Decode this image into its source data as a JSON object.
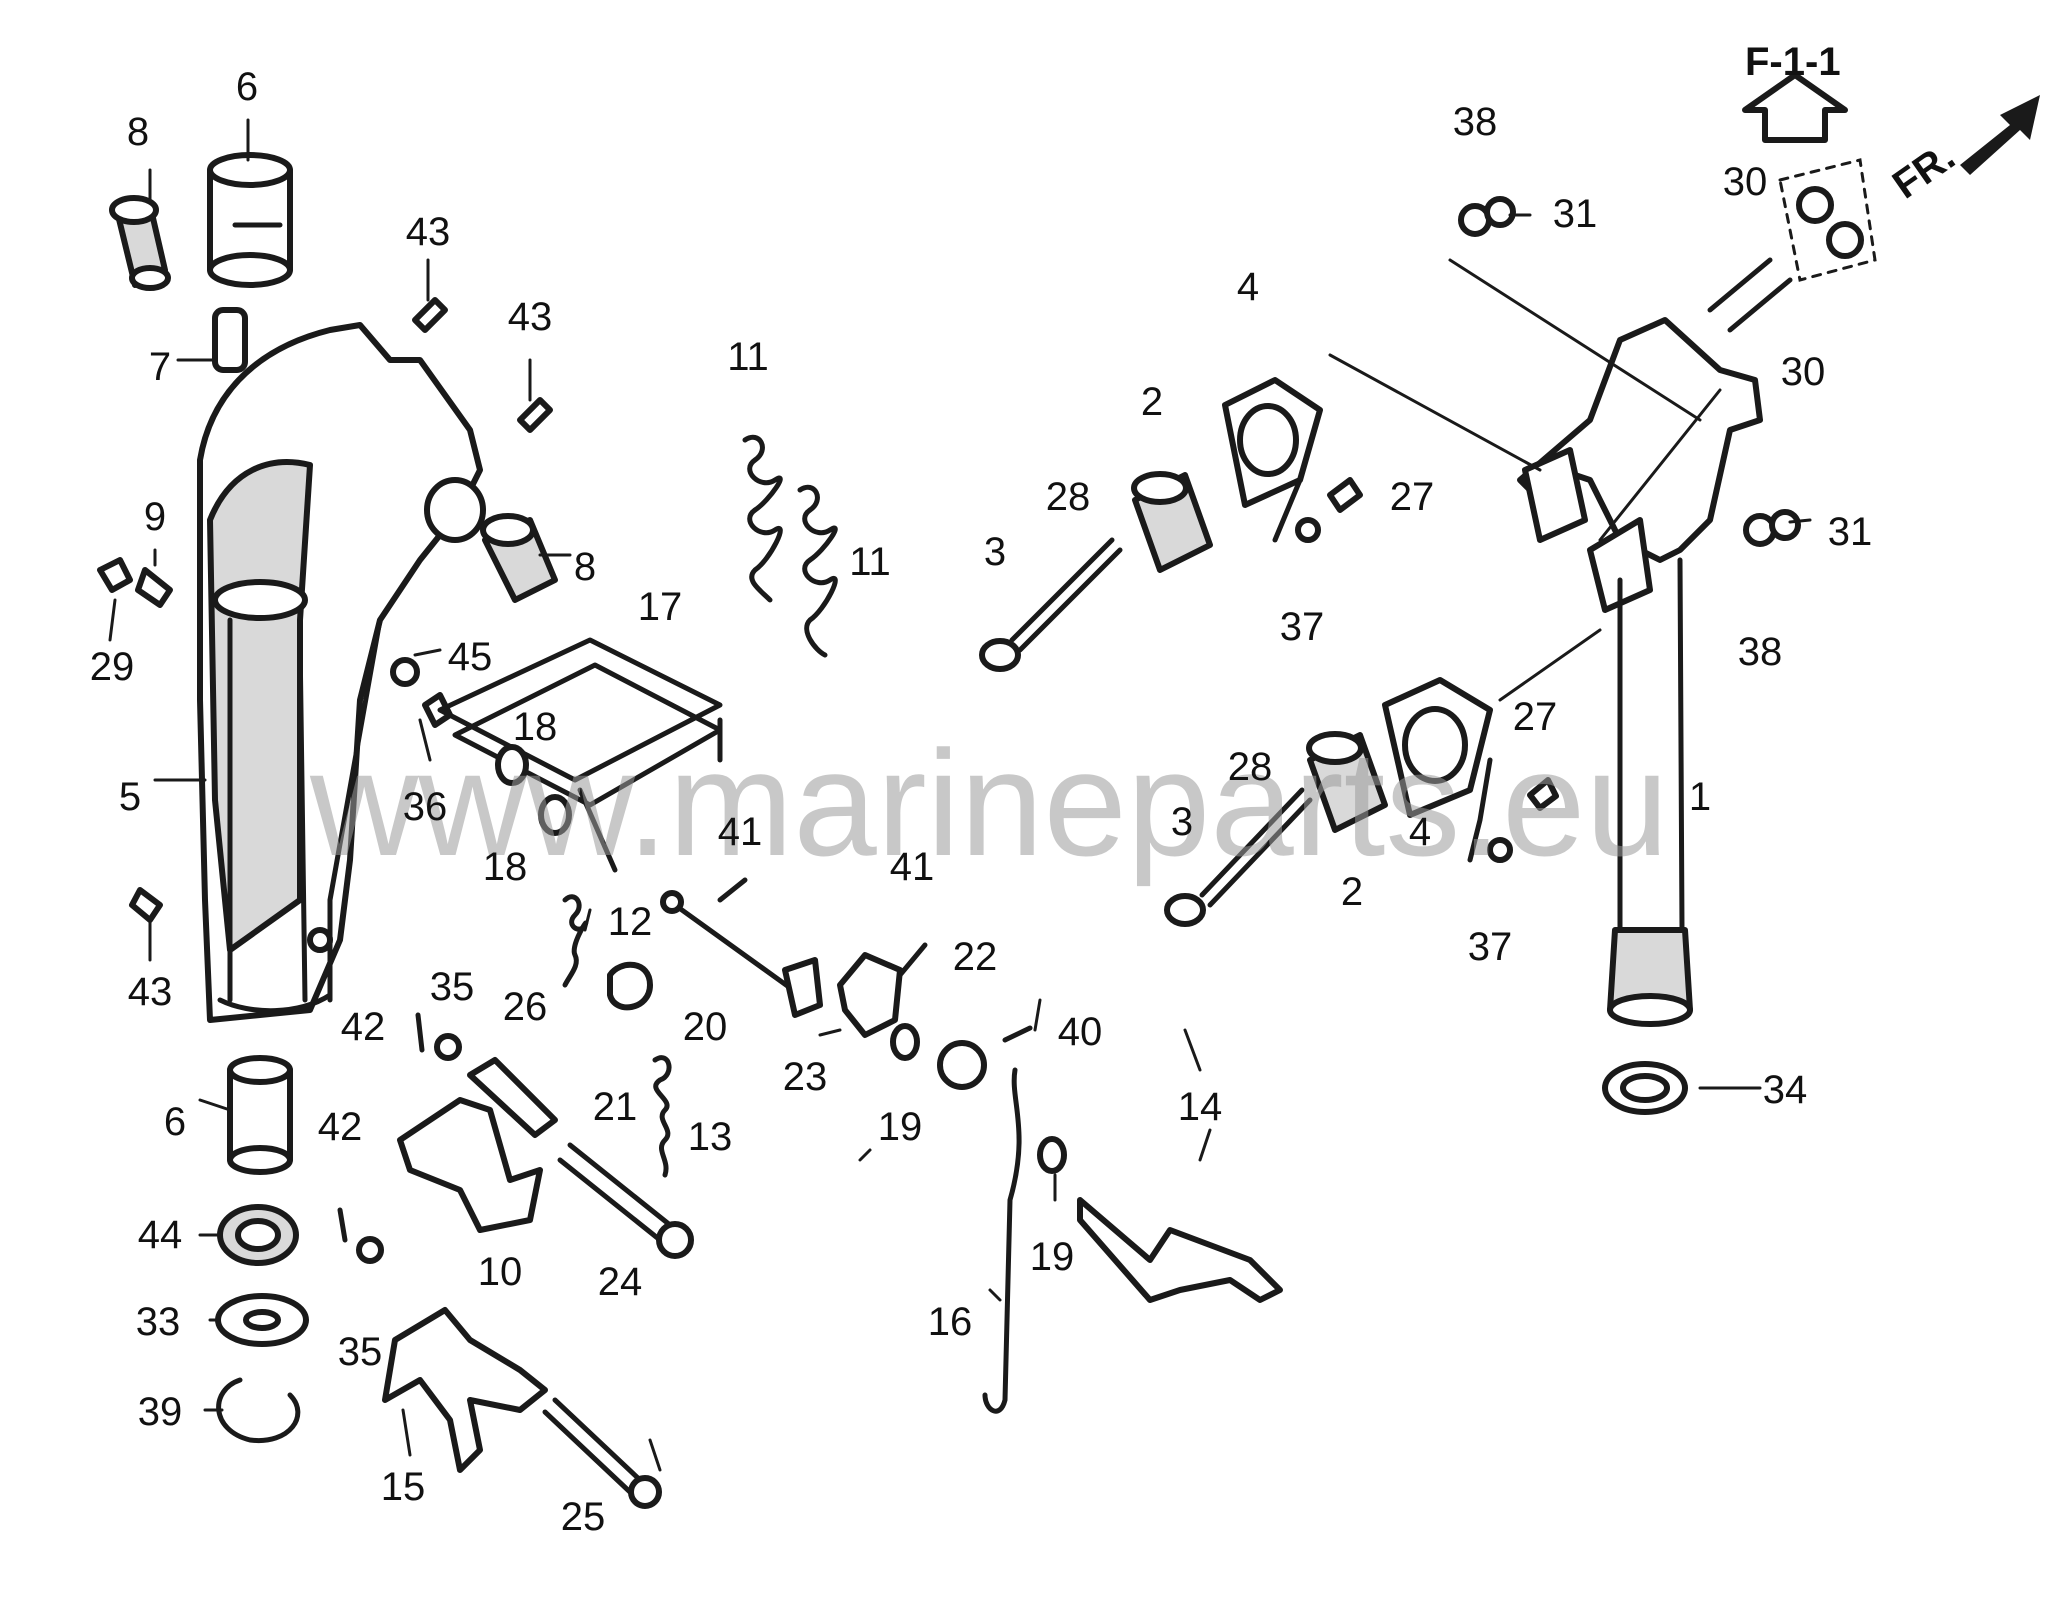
{
  "reference": {
    "label": "F-1-1"
  },
  "direction": {
    "label": "FR."
  },
  "watermark": {
    "text": "www.marineparts.eu"
  },
  "callouts": [
    {
      "id": "c8a",
      "text": "8"
    },
    {
      "id": "c6a",
      "text": "6"
    },
    {
      "id": "c7",
      "text": "7"
    },
    {
      "id": "c43a",
      "text": "43"
    },
    {
      "id": "c43b",
      "text": "43"
    },
    {
      "id": "c9",
      "text": "9"
    },
    {
      "id": "c29",
      "text": "29"
    },
    {
      "id": "c8b",
      "text": "8"
    },
    {
      "id": "c45",
      "text": "45"
    },
    {
      "id": "c5",
      "text": "5"
    },
    {
      "id": "c36",
      "text": "36"
    },
    {
      "id": "c43c",
      "text": "43"
    },
    {
      "id": "c11a",
      "text": "11"
    },
    {
      "id": "c11b",
      "text": "11"
    },
    {
      "id": "c17",
      "text": "17"
    },
    {
      "id": "c18a",
      "text": "18"
    },
    {
      "id": "c18b",
      "text": "18"
    },
    {
      "id": "c41a",
      "text": "41"
    },
    {
      "id": "c12",
      "text": "12"
    },
    {
      "id": "c20",
      "text": "20"
    },
    {
      "id": "c21",
      "text": "21"
    },
    {
      "id": "c13",
      "text": "13"
    },
    {
      "id": "c35a",
      "text": "35"
    },
    {
      "id": "c26",
      "text": "26"
    },
    {
      "id": "c42a",
      "text": "42"
    },
    {
      "id": "c6b",
      "text": "6"
    },
    {
      "id": "c42b",
      "text": "42"
    },
    {
      "id": "c44",
      "text": "44"
    },
    {
      "id": "c10",
      "text": "10"
    },
    {
      "id": "c24",
      "text": "24"
    },
    {
      "id": "c33",
      "text": "33"
    },
    {
      "id": "c35b",
      "text": "35"
    },
    {
      "id": "c39",
      "text": "39"
    },
    {
      "id": "c15",
      "text": "15"
    },
    {
      "id": "c25",
      "text": "25"
    },
    {
      "id": "c41b",
      "text": "41"
    },
    {
      "id": "c22",
      "text": "22"
    },
    {
      "id": "c40",
      "text": "40"
    },
    {
      "id": "c23",
      "text": "23"
    },
    {
      "id": "c19a",
      "text": "19"
    },
    {
      "id": "c14",
      "text": "14"
    },
    {
      "id": "c19b",
      "text": "19"
    },
    {
      "id": "c16",
      "text": "16"
    },
    {
      "id": "c4a",
      "text": "4"
    },
    {
      "id": "c2a",
      "text": "2"
    },
    {
      "id": "c28a",
      "text": "28"
    },
    {
      "id": "c3a",
      "text": "3"
    },
    {
      "id": "c27a",
      "text": "27"
    },
    {
      "id": "c37a",
      "text": "37"
    },
    {
      "id": "c38a",
      "text": "38"
    },
    {
      "id": "c31a",
      "text": "31"
    },
    {
      "id": "c30a",
      "text": "30"
    },
    {
      "id": "c30b",
      "text": "30"
    },
    {
      "id": "c31b",
      "text": "31"
    },
    {
      "id": "c38b",
      "text": "38"
    },
    {
      "id": "c1",
      "text": "1"
    },
    {
      "id": "c27b",
      "text": "27"
    },
    {
      "id": "c28b",
      "text": "28"
    },
    {
      "id": "c3b",
      "text": "3"
    },
    {
      "id": "c2b",
      "text": "2"
    },
    {
      "id": "c4b",
      "text": "4"
    },
    {
      "id": "c37b",
      "text": "37"
    },
    {
      "id": "c34",
      "text": "34"
    }
  ]
}
